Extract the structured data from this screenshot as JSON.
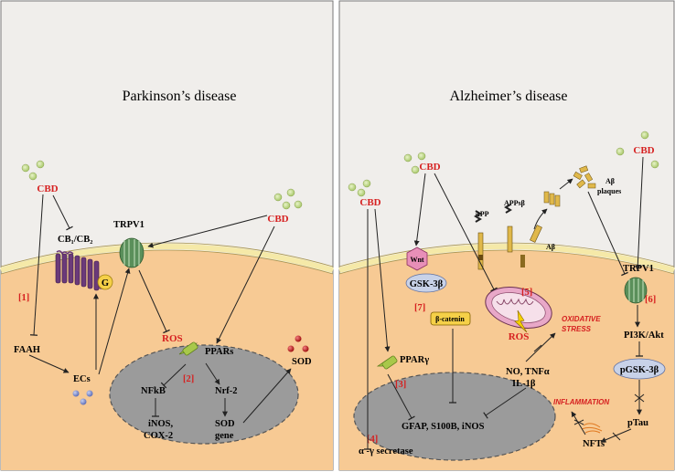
{
  "left_panel": {
    "title": "Parkinson’s disease",
    "cbd_1": "CBD",
    "cbd_2": "CBD",
    "cb_receptor": "CB₁/CB₂",
    "g_protein": "G",
    "trpv1": "TRPV1",
    "ref_1": "[1]",
    "ref_2": "[2]",
    "faah": "FAAH",
    "ecs": "ECs",
    "ros": "ROS",
    "ppars": "PPARs",
    "sod": "SOD",
    "nfkb": "NFkB",
    "nrf2": "Nrf-2",
    "inos": "iNOS,",
    "cox2": "COX-2",
    "sod_gene_1": "SOD",
    "sod_gene_2": "gene"
  },
  "right_panel": {
    "title": "Alzheimer’s disease",
    "cbd_1": "CBD",
    "cbd_2": "CBD",
    "cbd_3": "CBD",
    "app": "APP",
    "appsb": "APPsβ",
    "abeta": "Aβ",
    "abeta_plaques_1": "Aβ",
    "abeta_plaques_2": "plaques",
    "wnt": "Wnt",
    "gsk3b": "GSK-3β",
    "ref_7": "[7]",
    "ref_5": "[5]",
    "ref_3": "[3]",
    "ref_4": "[4]",
    "ref_6": "[6]",
    "beta_catenin": "β-catenin",
    "oxidative_1": "OXIDATIVE",
    "oxidative_2": "STRESS",
    "ros": "ROS",
    "trpv1": "TRPV1",
    "pi3k": "PI3K/Akt",
    "pgsk3b": "pGSK-3β",
    "pparg": "PPARγ",
    "no_tnf": "NO, TNFα",
    "il1b": "IL-1β",
    "gfap": "GFAP, S100B, iNOS",
    "secretase": "α -γ secretase",
    "inflammation": "INFLAMMATION",
    "ptau": "pTau",
    "nfts": "NFTs"
  },
  "colors": {
    "cytoplasm": "#f7ca94",
    "extracellular": "#f0eeeb",
    "membrane": "#f5e9a8",
    "nucleus": "#9b9b9b",
    "cbd_red": "#d62020",
    "vesicle_green": "#c9e09a",
    "trpv1_green": "#5a8f5a",
    "receptor_purple": "#6b3a7a",
    "wnt_pink": "#e88fb8",
    "gsk_blue": "#c8d2e8"
  }
}
